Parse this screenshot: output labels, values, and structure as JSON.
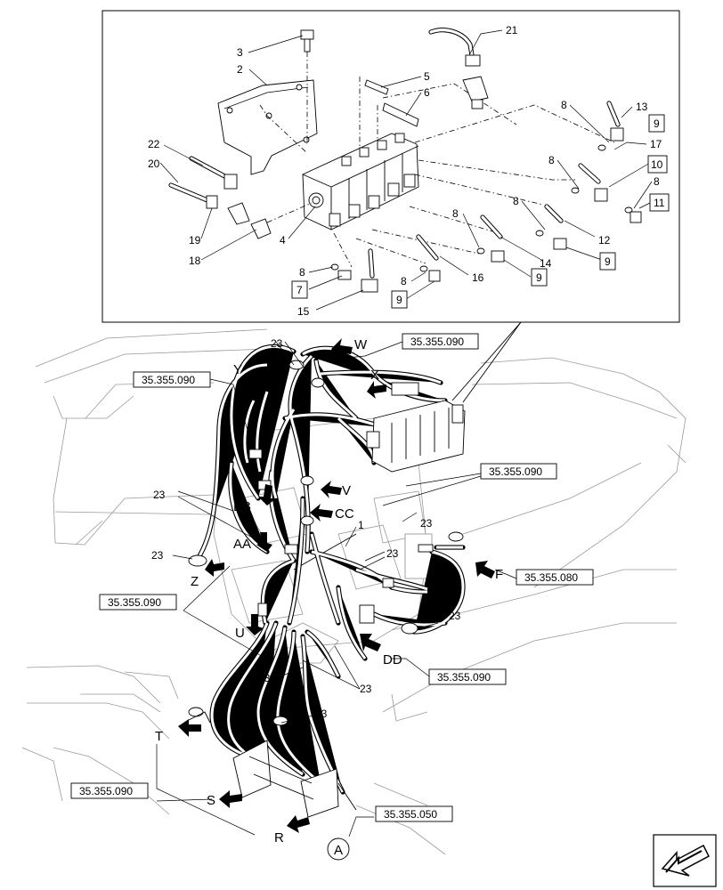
{
  "callouts": {
    "c1": "1",
    "c2": "2",
    "c3": "3",
    "c4": "4",
    "c5": "5",
    "c6": "6",
    "c8": "8",
    "c12": "12",
    "c13": "13",
    "c14": "14",
    "c15": "15",
    "c16": "16",
    "c17": "17",
    "c18": "18",
    "c19": "19",
    "c20": "20",
    "c21": "21",
    "c22": "22",
    "c23": "23"
  },
  "boxed_callouts": {
    "b7": "7",
    "b9": "9",
    "b10": "10",
    "b11": "11"
  },
  "views": {
    "W": "W",
    "X": "X",
    "Y": "Y",
    "V": "V",
    "CC": "CC",
    "BB": "BB",
    "AA": "AA",
    "F": "F",
    "Z": "Z",
    "U": "U",
    "DD": "DD",
    "T": "T",
    "S": "S",
    "R": "R",
    "A": "A"
  },
  "references": {
    "r1": "35.355.090",
    "r2": "35.355.090",
    "r3": "35.355.090",
    "r4": "35.355.080",
    "r5": "35.355.090",
    "r6": "35.355.090",
    "r7": "35.355.090",
    "r8": "35.355.050"
  },
  "icons": {
    "nav_icon": "next-page-arrow-icon"
  }
}
